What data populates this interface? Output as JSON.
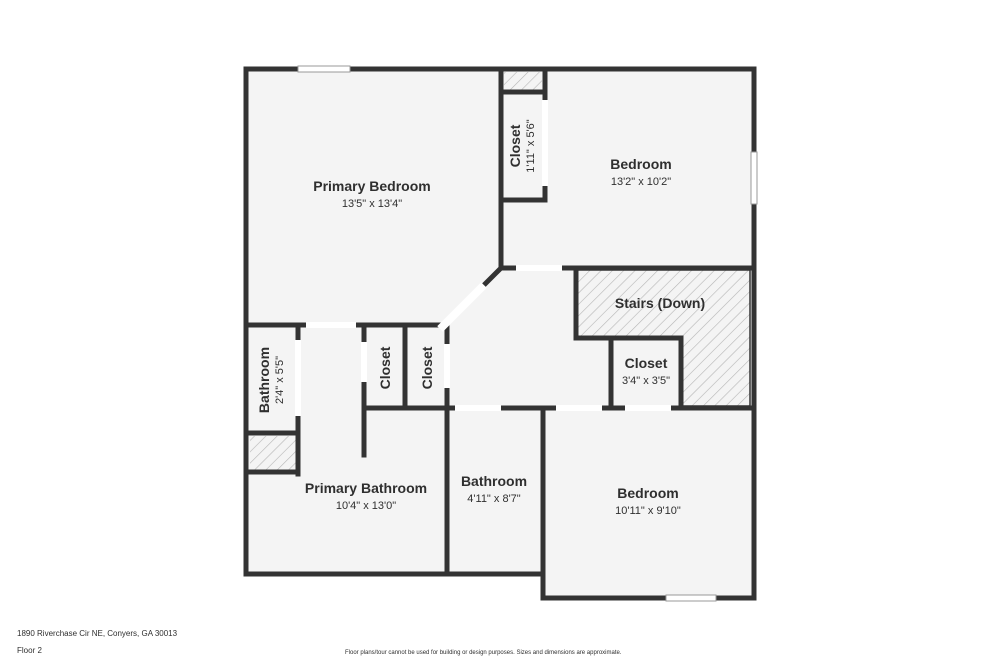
{
  "rooms": {
    "primary_bedroom": {
      "name": "Primary Bedroom",
      "dims": "13'5\" x 13'4\""
    },
    "closet_top": {
      "name": "Closet",
      "dims": "1'11\" x 5'6\""
    },
    "bedroom_top": {
      "name": "Bedroom",
      "dims": "13'2\" x 10'2\""
    },
    "stairs": {
      "name": "Stairs (Down)"
    },
    "closet_right": {
      "name": "Closet",
      "dims": "3'4\" x 3'5\""
    },
    "bathroom_small": {
      "name": "Bathroom",
      "dims": "2'4\" x 5'5\""
    },
    "closet_mid1": {
      "name": "Closet"
    },
    "closet_mid2": {
      "name": "Closet"
    },
    "primary_bathroom": {
      "name": "Primary Bathroom",
      "dims": "10'4\" x 13'0\""
    },
    "bathroom": {
      "name": "Bathroom",
      "dims": "4'11\" x 8'7\""
    },
    "bedroom_bottom": {
      "name": "Bedroom",
      "dims": "10'11\" x 9'10\""
    }
  },
  "footer": {
    "address": "1890 Riverchase Cir NE, Conyers, GA 30013",
    "floor": "Floor 2",
    "disclaimer": "Floor plans/tour cannot be used for building or design purposes. Sizes and dimensions are approximate."
  },
  "colors": {
    "wall": "#333333",
    "floor": "#f4f4f4",
    "hatch": "#b5b5b5"
  }
}
